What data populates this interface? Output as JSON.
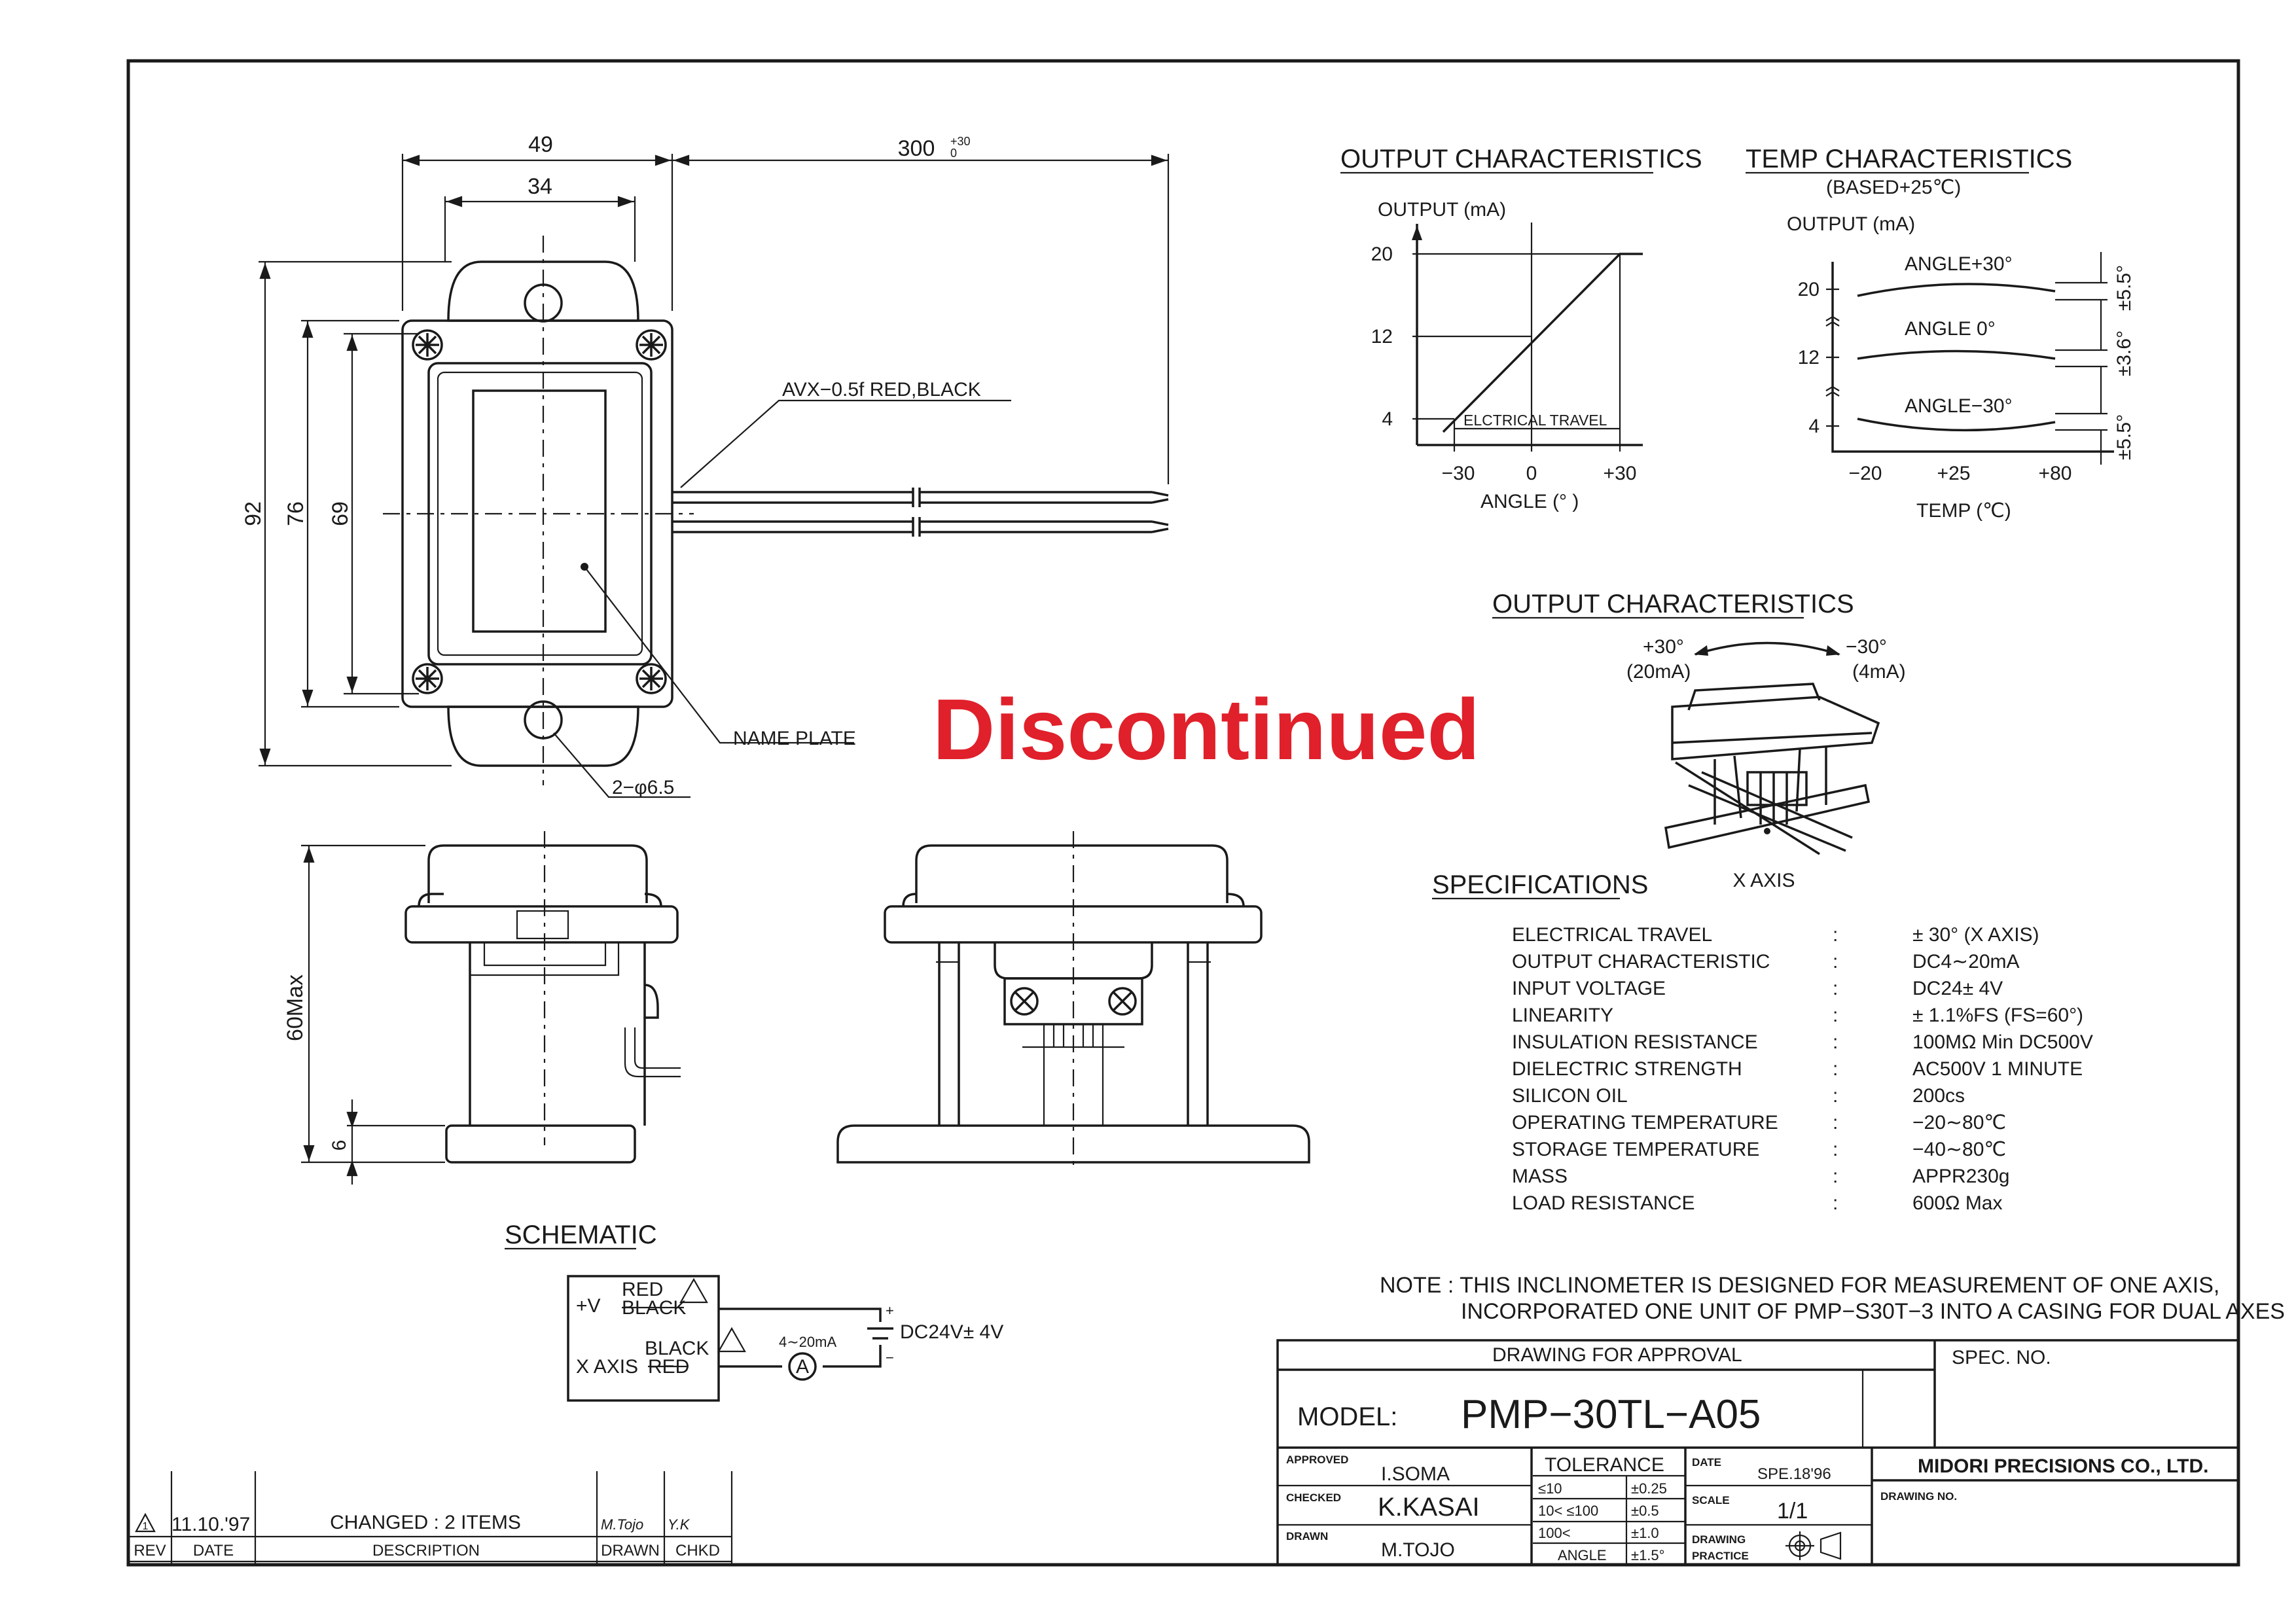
{
  "dims": {
    "w49": "49",
    "w34": "34",
    "cable_len": "300",
    "cable_tol_plus": "+30",
    "cable_tol_zero": "0",
    "h92": "92",
    "h76": "76",
    "h69": "69",
    "h60": "60Max",
    "h6": "6",
    "hole": "2−φ6.5",
    "cable_label": "AVX−0.5f   RED,BLACK",
    "nameplate": "NAME PLATE"
  },
  "watermark": "Discontinued",
  "output_chart": {
    "title": "OUTPUT CHARACTERISTICS",
    "ylabel": "OUTPUT (mA)",
    "xlabel": "ANGLE (° )",
    "yticks": [
      "20",
      "12",
      "4"
    ],
    "xticks": [
      "−30",
      "0",
      "+30"
    ],
    "annotation": "ELCTRICAL TRAVEL"
  },
  "temp_chart": {
    "title": "TEMP CHARACTERISTICS",
    "subtitle": "(BASED+25℃)",
    "ylabel": "OUTPUT (mA)",
    "xlabel": "TEMP (℃)",
    "yticks": [
      "20",
      "12",
      "4"
    ],
    "xticks": [
      "−20",
      "+25",
      "+80"
    ],
    "curves": [
      "ANGLE+30°",
      "ANGLE 0°",
      "ANGLE−30°"
    ],
    "tolerances": [
      "±5.5°",
      "±3.6°",
      "±5.5°"
    ]
  },
  "axis_view": {
    "title": "OUTPUT CHARACTERISTICS",
    "left_angle": "+30°",
    "left_current": "(20mA)",
    "right_angle": "−30°",
    "right_current": "(4mA)",
    "axis": "X AXIS"
  },
  "specs": {
    "title": "SPECIFICATIONS",
    "rows": [
      {
        "label": "ELECTRICAL TRAVEL",
        "value": "± 30° (X AXIS)"
      },
      {
        "label": "OUTPUT CHARACTERISTIC",
        "value": "DC4∼20mA"
      },
      {
        "label": "INPUT VOLTAGE",
        "value": "DC24± 4V"
      },
      {
        "label": "LINEARITY",
        "value": "± 1.1%FS (FS=60°)"
      },
      {
        "label": "INSULATION RESISTANCE",
        "value": "100MΩ Min   DC500V"
      },
      {
        "label": "DIELECTRIC STRENGTH",
        "value": "AC500V   1 MINUTE"
      },
      {
        "label": "SILICON OIL",
        "value": "200cs"
      },
      {
        "label": "OPERATING TEMPERATURE",
        "value": "−20∼80℃"
      },
      {
        "label": "STORAGE  TEMPERATURE",
        "value": "−40∼80℃"
      },
      {
        "label": "MASS",
        "value": "APPR230g"
      },
      {
        "label": "LOAD RESISTANCE",
        "value": "600Ω Max"
      }
    ]
  },
  "note": {
    "line1": "NOTE : THIS INCLINOMETER IS DESIGNED FOR MEASUREMENT OF ONE AXIS,",
    "line2": "INCORPORATED ONE UNIT OF PMP−S30T−3 INTO A CASING FOR DUAL AXES"
  },
  "schematic": {
    "title": "SCHEMATIC",
    "v_label": "+V",
    "x_label": "X AXIS",
    "red1": "RED",
    "black1": "BLACK",
    "black2": "BLACK",
    "red2": "RED",
    "current": "4∼20mA",
    "meter": "A",
    "supply": "DC24V± 4V",
    "plus": "+",
    "minus": "−"
  },
  "title_block": {
    "drawing_for_approval": "DRAWING FOR APPROVAL",
    "spec_no": "SPEC. NO.",
    "model_label": "MODEL:",
    "model": "PMP−30TL−A05",
    "approved": "APPROVED",
    "approved_name": "I.SOMA",
    "checked": "CHECKED",
    "checked_name": "K.KASAI",
    "drawn": "DRAWN",
    "drawn_name": "M.TOJO",
    "tolerance": "TOLERANCE",
    "tol_rows": [
      {
        "range": "≤10",
        "val": "±0.25"
      },
      {
        "range": "10<  ≤100",
        "val": "±0.5"
      },
      {
        "range": "100<",
        "val": "±1.0"
      },
      {
        "range": "ANGLE",
        "val": "±1.5°"
      }
    ],
    "date_label": "DATE",
    "date": "SPE.18'96",
    "scale_label": "SCALE",
    "scale": "1/1",
    "drawing_label": "DRAWING",
    "practice_label": "PRACTICE",
    "company": "MIDORI PRECISIONS CO., LTD.",
    "drawing_no": "DRAWING NO."
  },
  "revision": {
    "rev_mark": "1",
    "date": "11.10.'97",
    "description": "CHANGED : 2 ITEMS",
    "drawn": "M.Tojo",
    "checked": "Y.K",
    "headers": [
      "REV",
      "DATE",
      "DESCRIPTION",
      "DRAWN",
      "CHKD"
    ]
  }
}
